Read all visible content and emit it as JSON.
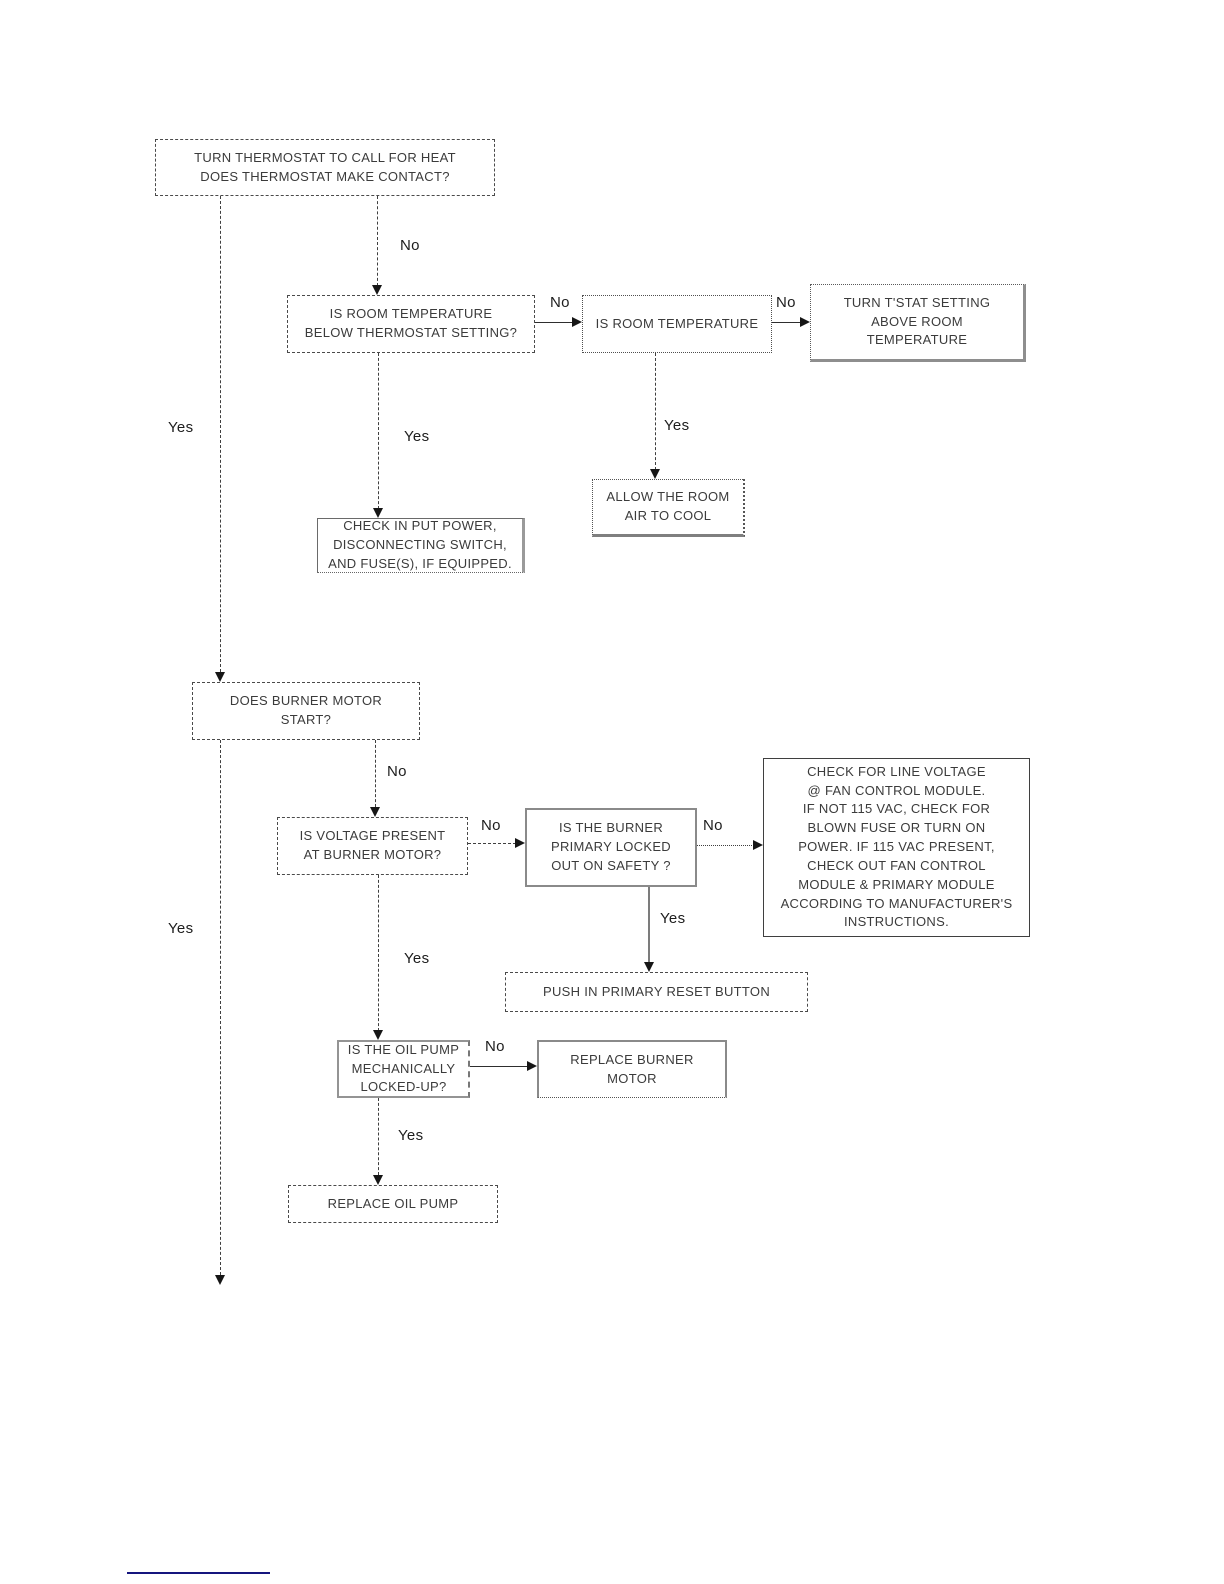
{
  "flowchart": {
    "nodes": {
      "n1": {
        "text": "TURN THERMOSTAT TO CALL FOR HEAT\nDOES THERMOSTAT MAKE CONTACT?"
      },
      "n2": {
        "text": "IS ROOM TEMPERATURE\nBELOW THERMOSTAT SETTING?"
      },
      "n3": {
        "text": "IS ROOM TEMPERATURE"
      },
      "n4": {
        "text": "TURN T'STAT SETTING\nABOVE ROOM\nTEMPERATURE"
      },
      "n5": {
        "text": "ALLOW THE ROOM\nAIR TO COOL"
      },
      "n6": {
        "text": "CHECK IN PUT POWER,\nDISCONNECTING SWITCH,\nAND FUSE(S), IF EQUIPPED."
      },
      "n7": {
        "text": "DOES BURNER MOTOR\nSTART?"
      },
      "n8": {
        "text": "IS VOLTAGE PRESENT\nAT BURNER MOTOR?"
      },
      "n9": {
        "text": "IS THE BURNER\nPRIMARY LOCKED\nOUT ON SAFETY ?"
      },
      "n10": {
        "text": "CHECK FOR LINE VOLTAGE\n@ FAN CONTROL MODULE.\nIF NOT 115 VAC, CHECK FOR\nBLOWN FUSE OR TURN ON\nPOWER.  IF 115 VAC PRESENT,\nCHECK OUT FAN CONTROL\nMODULE & PRIMARY MODULE\nACCORDING TO MANUFACTURER'S\nINSTRUCTIONS."
      },
      "n11": {
        "text": "PUSH IN PRIMARY  RESET BUTTON"
      },
      "n12": {
        "text": "IS THE OIL PUMP\nMECHANICALLY\nLOCKED-UP?"
      },
      "n13": {
        "text": "REPLACE BURNER\nMOTOR"
      },
      "n14": {
        "text": "REPLACE OIL PUMP"
      }
    },
    "edges": {
      "n1_n2": {
        "label": "No"
      },
      "n1_n7": {
        "label": "Yes"
      },
      "n2_n3": {
        "label": "No"
      },
      "n3_n4": {
        "label": "No"
      },
      "n3_n5": {
        "label": "Yes"
      },
      "n2_n6": {
        "label": "Yes"
      },
      "n7_down": {
        "label": "Yes"
      },
      "n7_n8": {
        "label": "No"
      },
      "n8_n9": {
        "label": "No"
      },
      "n9_n10": {
        "label": "No"
      },
      "n9_n11": {
        "label": "Yes"
      },
      "n8_n12": {
        "label": "Yes"
      },
      "n12_n13": {
        "label": "No"
      },
      "n12_n14": {
        "label": "Yes"
      }
    },
    "colors": {
      "line": "#3f3f3f",
      "text": "#3b3b3b",
      "footer_rule": "#15157e"
    }
  }
}
